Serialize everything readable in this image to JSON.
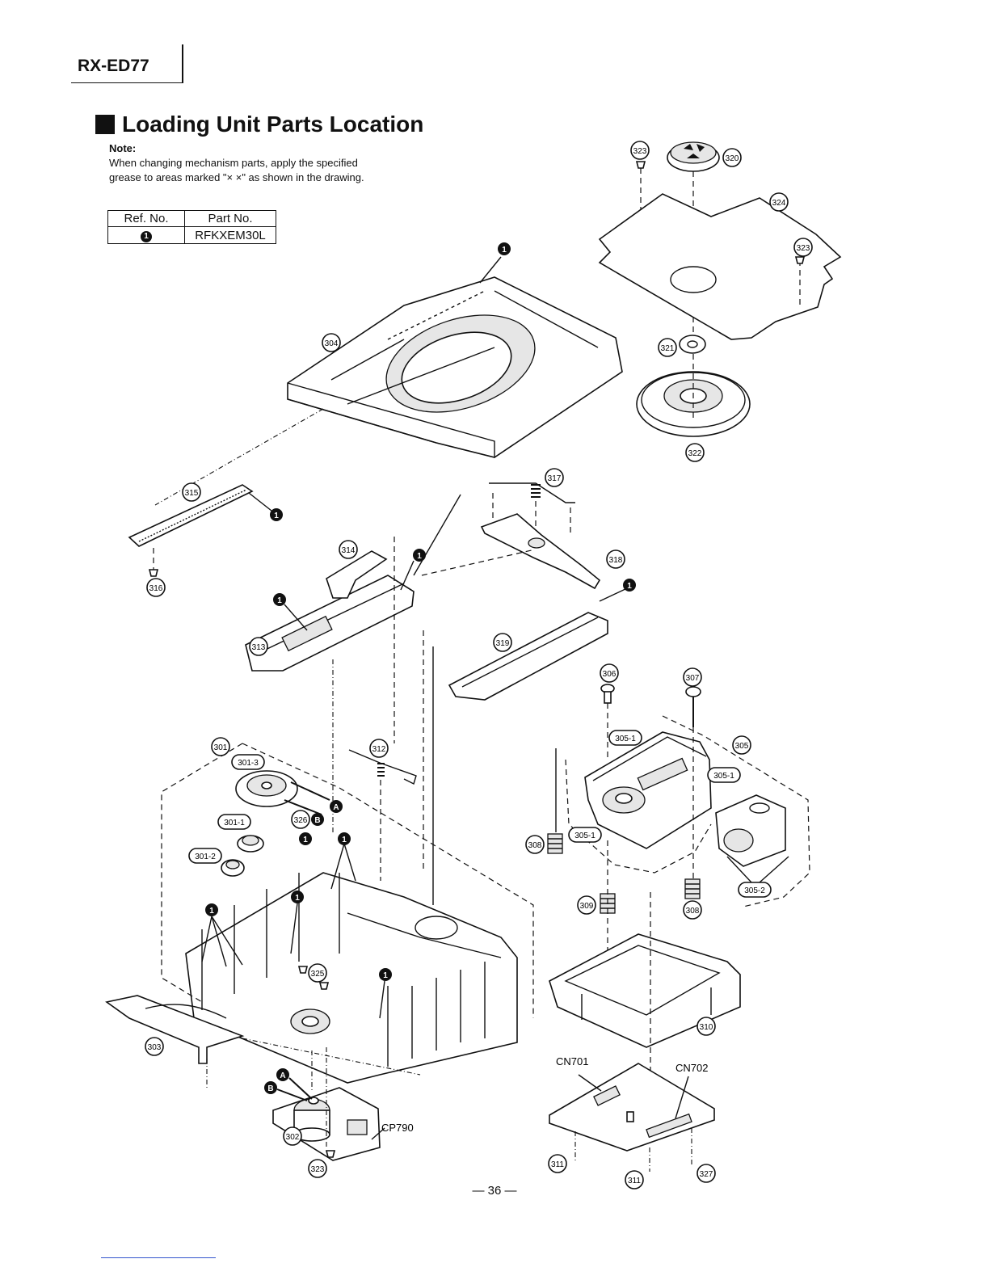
{
  "header": {
    "model": "RX-ED77"
  },
  "section": {
    "title": "Loading Unit Parts Location"
  },
  "note": {
    "label": "Note:",
    "text": "When changing mechanism parts, apply the specified grease to areas marked \"× ×\" as shown in the drawing."
  },
  "ref_table": {
    "col1": "Ref. No.",
    "col2": "Part No.",
    "row": {
      "ref": "1",
      "part": "RFKXEM30L"
    }
  },
  "callouts": {
    "c323a": "323",
    "c320": "320",
    "c324": "324",
    "c323b": "323",
    "c321": "321",
    "c322": "322",
    "c304": "304",
    "c315": "315",
    "c316": "316",
    "c317": "317",
    "c318": "318",
    "c314": "314",
    "c313": "313",
    "c319": "319",
    "c306": "306",
    "c307": "307",
    "c305": "305",
    "c305_1a": "305-1",
    "c305_1b": "305-1",
    "c305_1c": "305-1",
    "c305_2": "305-2",
    "c308a": "308",
    "c308b": "308",
    "c309": "309",
    "c301": "301",
    "c301_3": "301-3",
    "c301_1": "301-1",
    "c301_2": "301-2",
    "c326": "326",
    "c312": "312",
    "c325": "325",
    "c303": "303",
    "c302": "302",
    "c323c": "323",
    "c310": "310",
    "c311a": "311",
    "c311b": "311",
    "c327": "327"
  },
  "grease_marker": "1",
  "markers": {
    "a": "A",
    "b": "B"
  },
  "connectors": {
    "cn701": "CN701",
    "cn702": "CN702",
    "cp790": "CP790"
  },
  "page_number": "— 36 —"
}
